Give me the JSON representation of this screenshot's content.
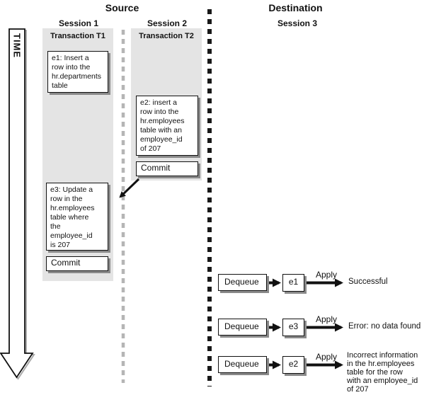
{
  "titles": {
    "source": "Source",
    "destination": "Destination"
  },
  "time_label": "TIME",
  "source": {
    "session1": {
      "label": "Session 1",
      "transaction_header": "Transaction T1",
      "event_e1": "e1: Insert a\nrow into the\nhr.departments\ntable",
      "event_e3": "e3: Update a\nrow in the\nhr.employees\ntable where\nthe\nemployee_id\nis 207",
      "commit_label": "Commit"
    },
    "session2": {
      "label": "Session 2",
      "transaction_header": "Transaction T2",
      "event_e2": "e2: insert a\nrow into the\nhr.employees\ntable with an\nemployee_id\nof 207",
      "commit_label": "Commit"
    }
  },
  "destination": {
    "session3": {
      "label": "Session 3"
    },
    "apply_rows": [
      {
        "dequeue_label": "Dequeue",
        "event_label": "e1",
        "apply_label": "Apply",
        "result": "Successful"
      },
      {
        "dequeue_label": "Dequeue",
        "event_label": "e3",
        "apply_label": "Apply",
        "result": "Error: no data found"
      },
      {
        "dequeue_label": "Dequeue",
        "event_label": "e2",
        "apply_label": "Apply",
        "result": "Incorrect information\nin the hr.employees\ntable for the row\nwith an employee_id\nof 207"
      }
    ]
  },
  "colors": {
    "column_background": "#e4e4e4",
    "box_border": "#111111",
    "box_shadow": "#8a8a8a",
    "session_divider": "#b5b5b5",
    "source_destination_divider": "#181818"
  }
}
